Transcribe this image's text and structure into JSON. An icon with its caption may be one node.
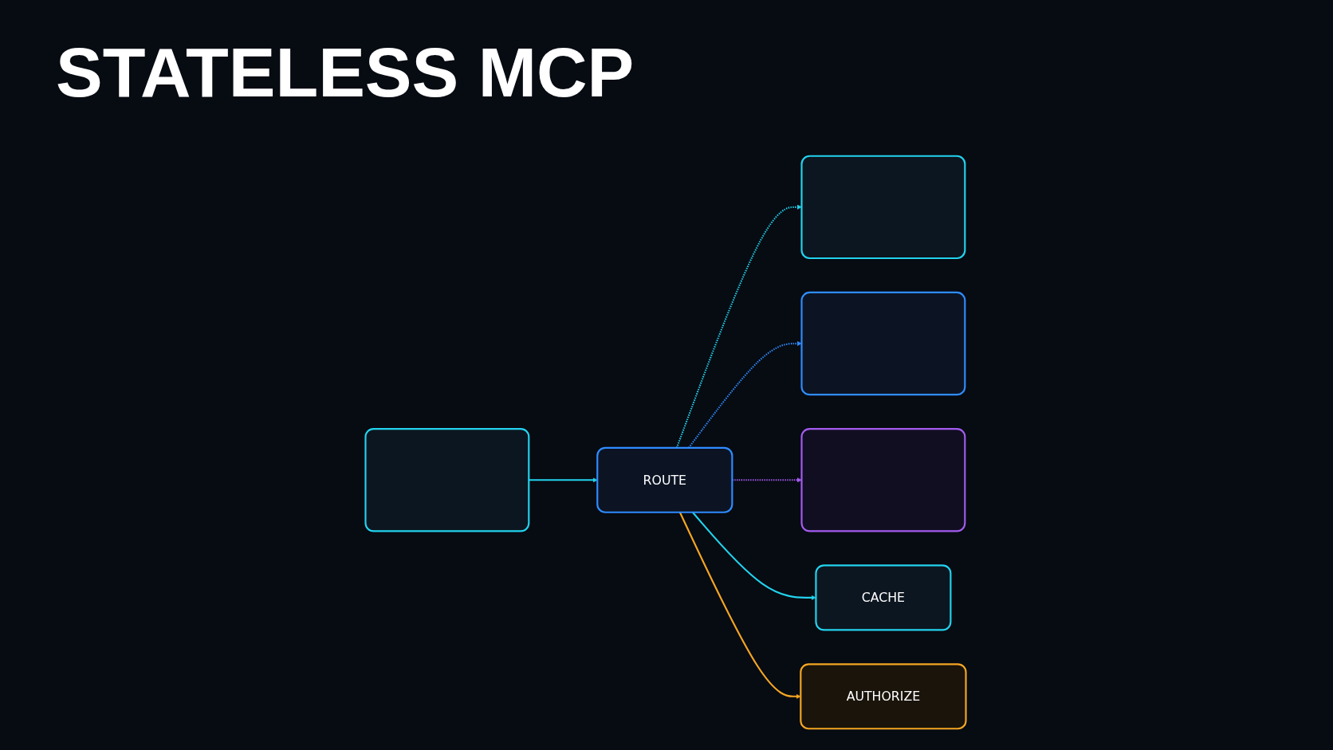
{
  "diagram": {
    "title": "STATELESS MCP",
    "nodes": [
      {
        "text": [],
        "shape": "box"
      },
      {
        "text": [
          "ROUTE"
        ]
      },
      {
        "text": [],
        "shape": "box"
      },
      {
        "text": [],
        "shape": "box"
      },
      {
        "text": [],
        "shape": "box"
      },
      {
        "text": [
          "CACHE"
        ]
      },
      {
        "text": [
          "AUTHORIZE"
        ]
      }
    ],
    "edges": [
      {
        "from": 0,
        "to": 1,
        "arrow": "to"
      },
      {
        "from": 1,
        "to": 2,
        "arrow": "to",
        "style": "dashed"
      },
      {
        "from": 1,
        "to": 3,
        "arrow": "to",
        "style": "dashed",
        "color": "#2f8cff"
      },
      {
        "from": 1,
        "to": 4,
        "arrow": "to",
        "style": "dashed",
        "color": "#a45cf0"
      },
      {
        "from": 1,
        "to": 5,
        "arrow": "to"
      },
      {
        "from": 1,
        "to": 6,
        "arrow": "to",
        "color": "#f5a623"
      }
    ]
  }
}
